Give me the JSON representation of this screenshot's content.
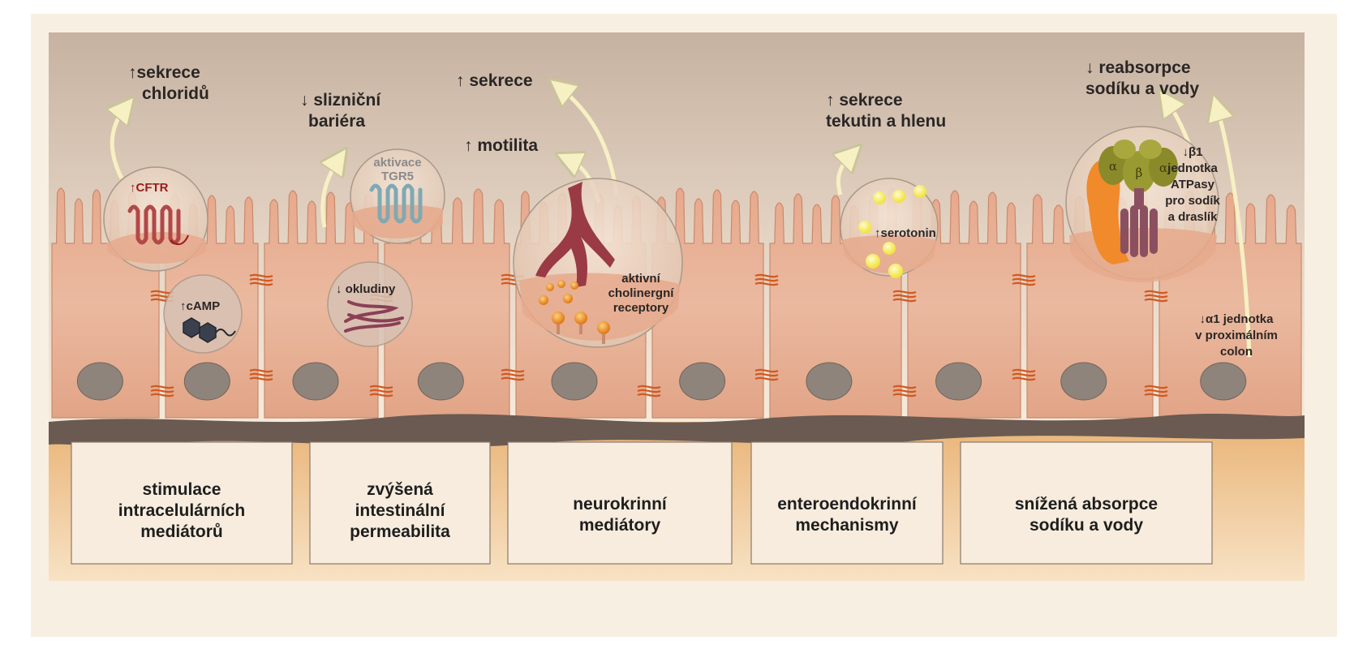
{
  "colors": {
    "frame": "#f7efe2",
    "lumen_top": "#c8b3a2",
    "lumen_bottom": "#f7ecdd",
    "cell": "#e9b49a",
    "cell_dark": "#c98a6d",
    "nucleus": "#8f847b",
    "submucosa": "#f2c98e",
    "box": "#f7ecdd",
    "junction": "#d05a22",
    "arrow": "#f6f0c3",
    "cftr": "#9a1c1c",
    "tgr5": "#7fa9b3",
    "occludin": "#8a4056",
    "serotonin": "#f5ef5a",
    "atpase_alpha": "#8a8a2a",
    "atpase_orange": "#f08a2a"
  },
  "mechanisms": [
    {
      "key": "intracellular",
      "effect": [
        "↑sekrece",
        "chloridů"
      ],
      "markers": {
        "cftr": "↑CFTR",
        "camp": "↑cAMP"
      },
      "box_label": [
        "stimulace",
        "intracelulárních",
        "mediátorů"
      ]
    },
    {
      "key": "permeability",
      "effect": [
        "↓ slizniční",
        "bariéra"
      ],
      "markers": {
        "tgr5": [
          "aktivace",
          "TGR5"
        ],
        "occludin": "↓ okludiny"
      },
      "box_label": [
        "zvýšená",
        "intestinální",
        "permeabilita"
      ]
    },
    {
      "key": "neurocrine",
      "effect_secretion": "↑ sekrece",
      "effect_motility": "↑ motilita",
      "markers": {
        "receptors": [
          "aktivní",
          "cholinergní",
          "receptory"
        ]
      },
      "box_label": [
        "neurokrinní",
        "mediátory"
      ]
    },
    {
      "key": "enteroendocrine",
      "effect": [
        "↑ sekrece",
        "tekutin a hlenu"
      ],
      "markers": {
        "serotonin": "↑serotonin"
      },
      "box_label": [
        "enteroendokrinní",
        "mechanismy"
      ]
    },
    {
      "key": "absorption",
      "effect": [
        "↓ reabsorpce",
        "sodíku a vody"
      ],
      "markers": {
        "beta1": [
          "↓β1",
          "jednotka",
          "ATPasy",
          "pro sodík",
          "a draslík"
        ],
        "alpha1": [
          "↓α1 jednotka",
          "v proximálním",
          "colon"
        ],
        "subunits": [
          "α",
          "β",
          "α"
        ]
      },
      "box_label": [
        "snížená absorpce",
        "sodíku a vody"
      ]
    }
  ]
}
